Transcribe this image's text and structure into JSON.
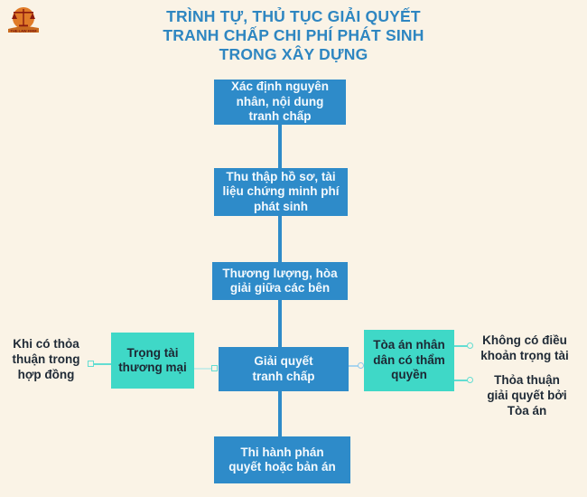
{
  "logo": {
    "icon": "scales-of-justice-icon",
    "caption": "THE LAW FIRM"
  },
  "title": {
    "lines": [
      "TRÌNH TỰ, THỦ TỤC GIẢI QUYẾT",
      "TRANH CHẤP CHI PHÍ PHÁT SINH",
      "TRONG XÂY DỰNG"
    ]
  },
  "flow": {
    "steps": [
      "Xác định nguyên nhân, nội dung tranh chấp",
      "Thu thập hồ sơ, tài liệu chứng minh phí phát sinh",
      "Thương lượng, hòa giải giữa các bên",
      "Giải quyết tranh chấp",
      "Thi hành phán quyết hoặc bản án"
    ],
    "arbitration_box": "Trọng tài thương mại",
    "court_box": "Tòa án nhân dân có thẩm quyền",
    "left_note": "Khi có thỏa thuận trong hợp đồng",
    "right_notes": [
      "Không có điều khoản trọng tài",
      "Thỏa thuận giải quyết bởi Tòa án"
    ]
  },
  "colors": {
    "background": "#faf3e6",
    "step_box_blue": "#2e8bc9",
    "branch_box_teal": "#3fd8c7",
    "title_blue": "#2e86c1",
    "dark_text": "#1f2a36",
    "logo_orange": "#e07b28",
    "logo_dark_red": "#8b1a0e"
  }
}
